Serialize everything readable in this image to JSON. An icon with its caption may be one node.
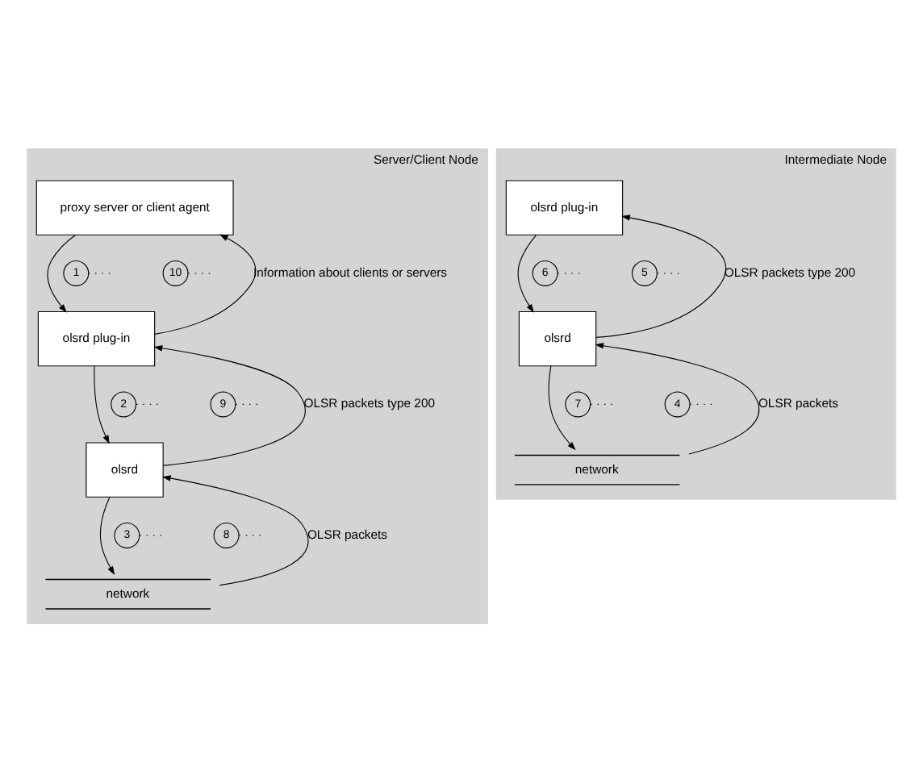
{
  "diagram": {
    "nodes": [
      {
        "text": [
          "Server/Client Node"
        ]
      },
      {
        "text": [
          "proxy server or client agent"
        ],
        "in": 0
      },
      {
        "text": [
          "olsrd plug-in"
        ],
        "in": 0
      },
      {
        "text": [
          "olsrd"
        ],
        "in": 0
      },
      {
        "text": [
          "network"
        ],
        "in": 0
      },
      {
        "text": [
          "1"
        ],
        "in": 0
      },
      {
        "text": [
          "10"
        ],
        "in": 0
      },
      {
        "text": [
          "2"
        ],
        "in": 0
      },
      {
        "text": [
          "9"
        ],
        "in": 0
      },
      {
        "text": [
          "3"
        ],
        "in": 0
      },
      {
        "text": [
          "8"
        ],
        "in": 0
      },
      {
        "text": [
          "Intermediate Node"
        ]
      },
      {
        "text": [
          "olsrd plug-in"
        ],
        "in": 11
      },
      {
        "text": [
          "olsrd"
        ],
        "in": 11
      },
      {
        "text": [
          "network"
        ],
        "in": 11
      },
      {
        "text": [
          "6"
        ],
        "in": 11
      },
      {
        "text": [
          "5"
        ],
        "in": 11
      },
      {
        "text": [
          "7"
        ],
        "in": 11
      },
      {
        "text": [
          "4"
        ],
        "in": 11
      }
    ],
    "edges": [
      {
        "from": 2,
        "to": 1,
        "arrow": "to",
        "label": "Information about clients or servers"
      },
      {
        "from": 1,
        "to": 2,
        "arrow": "to"
      },
      {
        "from": 3,
        "to": 2,
        "arrow": "to",
        "label": "OLSR packets type 200"
      },
      {
        "from": 2,
        "to": 3,
        "arrow": "to"
      },
      {
        "from": 4,
        "to": 3,
        "arrow": "to",
        "label": "OLSR packets"
      },
      {
        "from": 3,
        "to": 4,
        "arrow": "to"
      },
      {
        "from": 13,
        "to": 12,
        "arrow": "to",
        "label": "OLSR packets type 200"
      },
      {
        "from": 12,
        "to": 13,
        "arrow": "to"
      },
      {
        "from": 14,
        "to": 13,
        "arrow": "to",
        "label": "OLSR packets"
      },
      {
        "from": 13,
        "to": 14,
        "arrow": "to"
      },
      {
        "from": 5,
        "to": null,
        "arrow": "none",
        "style": "dashed"
      },
      {
        "from": 6,
        "to": null,
        "arrow": "none",
        "style": "dashed"
      },
      {
        "from": 7,
        "to": null,
        "arrow": "none",
        "style": "dashed"
      },
      {
        "from": 8,
        "to": null,
        "arrow": "none",
        "style": "dashed"
      },
      {
        "from": 9,
        "to": null,
        "arrow": "none",
        "style": "dashed"
      },
      {
        "from": 10,
        "to": null,
        "arrow": "none",
        "style": "dashed"
      },
      {
        "from": 15,
        "to": null,
        "arrow": "none",
        "style": "dashed"
      },
      {
        "from": 16,
        "to": null,
        "arrow": "none",
        "style": "dashed"
      },
      {
        "from": 17,
        "to": null,
        "arrow": "none",
        "style": "dashed"
      },
      {
        "from": 18,
        "to": null,
        "arrow": "none",
        "style": "dashed"
      }
    ]
  }
}
